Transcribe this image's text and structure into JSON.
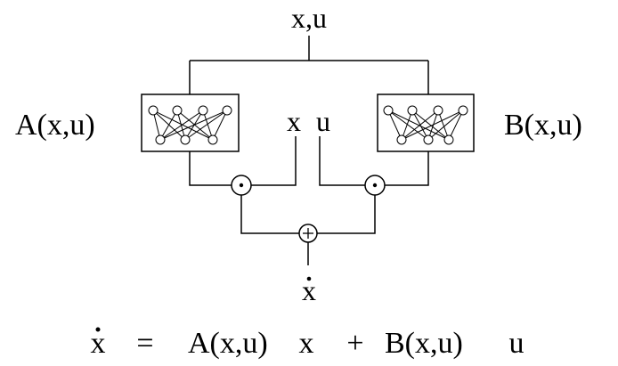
{
  "diagram": {
    "input_label": "x,u",
    "network_a_label": "A(x,u)",
    "network_b_label": "B(x,u)",
    "state_label": "x",
    "control_label": "u",
    "multiply_symbol": "⊙",
    "add_symbol": "⊕",
    "output_label": "x",
    "equation": {
      "lhs": "x",
      "equals": "=",
      "term_a": "A(x,u)",
      "x": "x",
      "plus": "+",
      "term_b": "B(x,u)",
      "u": "u"
    }
  }
}
